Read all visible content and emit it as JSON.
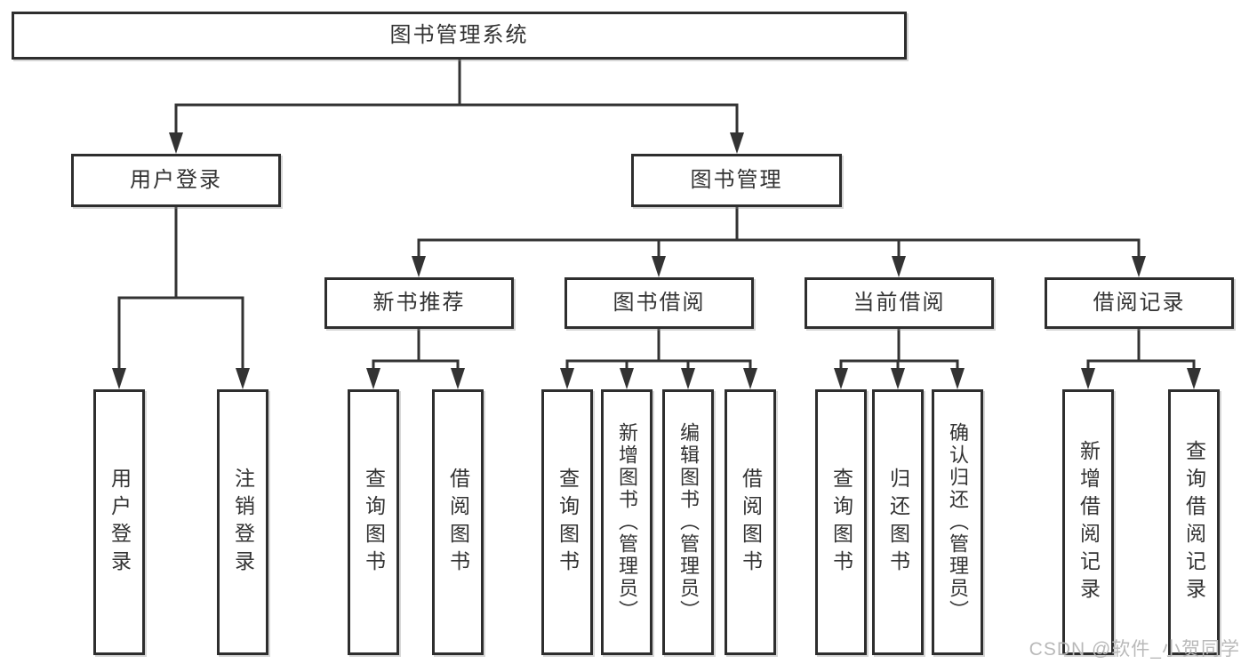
{
  "nodes": {
    "root": "图书管理系统",
    "user_login": "用户登录",
    "book_management": "图书管理",
    "new_book_recommend": "新书推荐",
    "book_borrowing": "图书借阅",
    "current_borrowing": "当前借阅",
    "borrowing_records": "借阅记录",
    "leaf_user_login": "用户登录",
    "leaf_logout": "注销登录",
    "leaf_query_books_1": "查询图书",
    "leaf_borrow_books_1": "借阅图书",
    "leaf_query_books_2": "查询图书",
    "leaf_add_book_admin": "新增图书（管理员）",
    "leaf_edit_book_admin": "编辑图书（管理员）",
    "leaf_borrow_books_2": "借阅图书",
    "leaf_query_books_3": "查询图书",
    "leaf_return_books": "归还图书",
    "leaf_confirm_return_admin": "确认归还（管理员）",
    "leaf_add_borrow_record": "新增借阅记录",
    "leaf_query_borrow_record": "查询借阅记录"
  },
  "watermark": "CSDN @软件_小贺同学",
  "colors": {
    "line": "#333333",
    "box_border": "#2e2e2e",
    "text": "#333333",
    "background": "#ffffff",
    "watermark": "#b9b9b9"
  }
}
